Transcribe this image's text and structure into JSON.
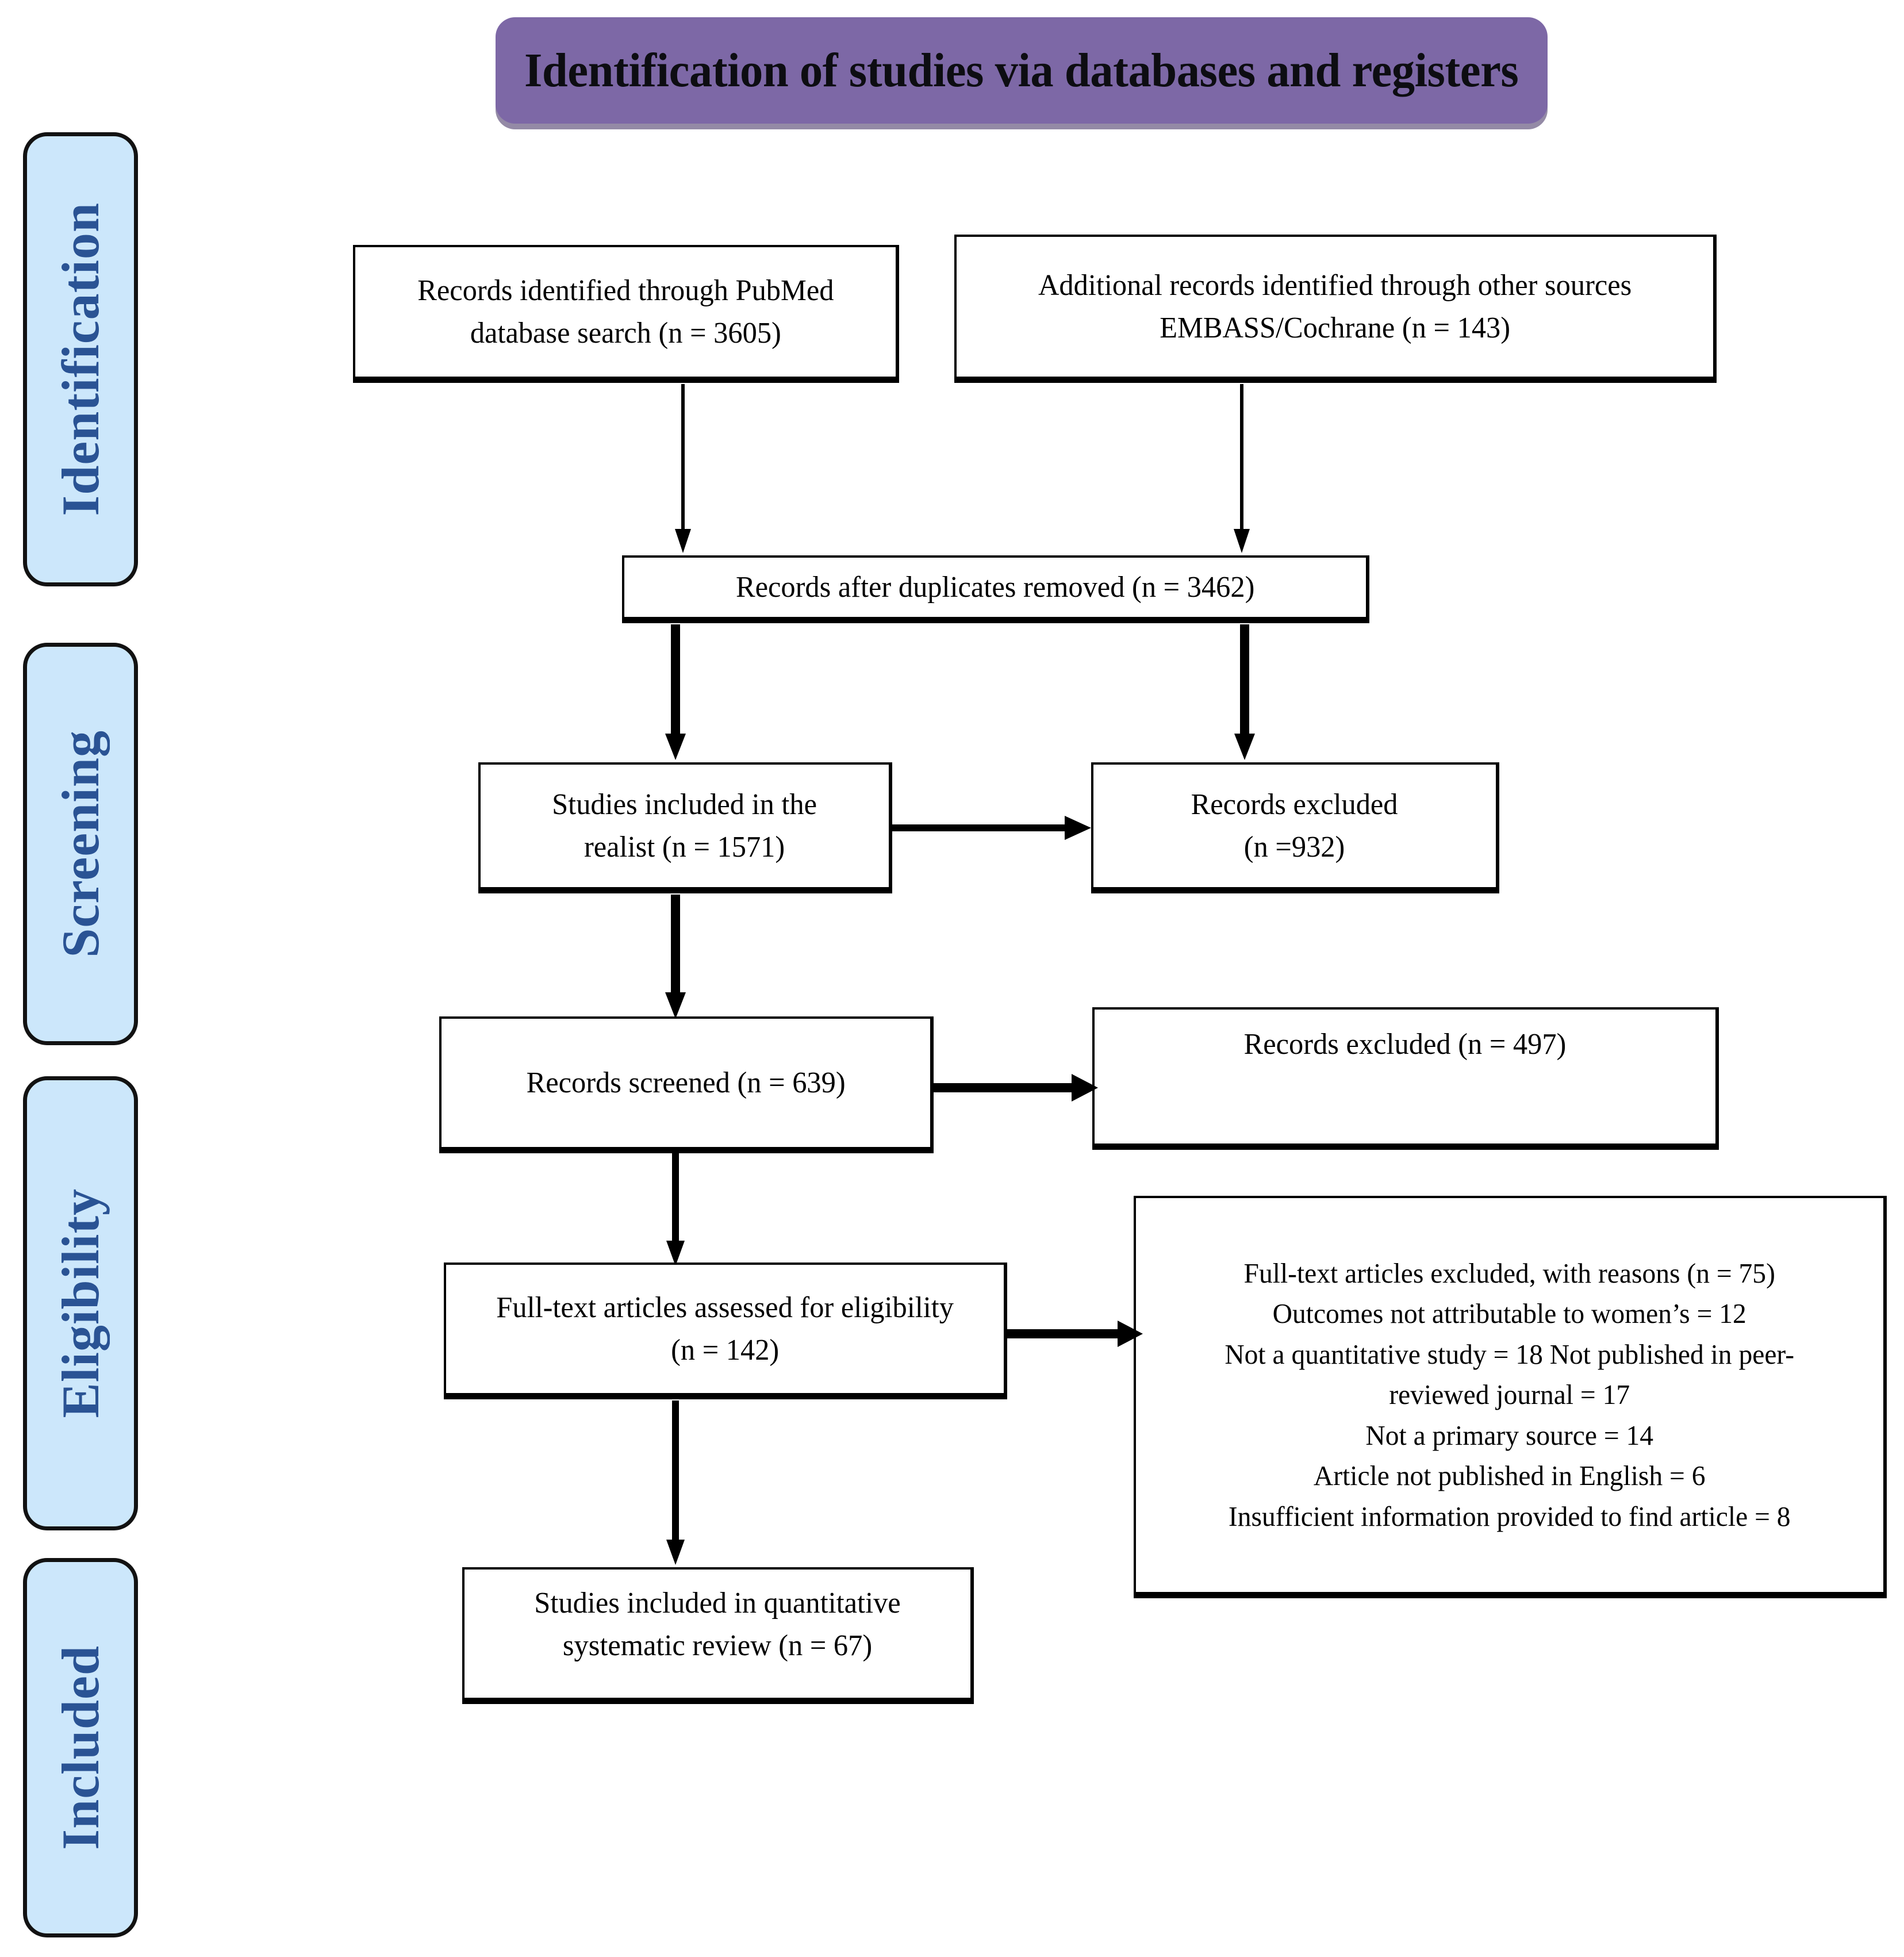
{
  "header": {
    "title": "Identification of studies via databases and registers",
    "banner_color": "#7d68a6"
  },
  "phases": [
    {
      "id": "identification",
      "label": "Identification"
    },
    {
      "id": "screening",
      "label": "Screening"
    },
    {
      "id": "eligibility",
      "label": "Eligibility"
    },
    {
      "id": "included",
      "label": "Included"
    }
  ],
  "phase_style": {
    "fill": "#cce7fb",
    "text_color": "#2a5394",
    "border_color": "#121212"
  },
  "boxes": {
    "pubmed": {
      "line1": "Records identified through PubMed",
      "line2": "database search (n = 3605)"
    },
    "other_sources": {
      "line1": "Additional records identified through other sources",
      "line2": "EMBASS/Cochrane (n = 143)"
    },
    "duplicates_removed": {
      "line1": "Records after duplicates removed (n = 3462)"
    },
    "realist_included": {
      "line1": "Studies included in the",
      "line2": "realist (n = 1571)"
    },
    "records_excluded_932": {
      "line1": "Records excluded",
      "line2": "(n =932)"
    },
    "records_screened": {
      "line1": "Records screened (n = 639)"
    },
    "records_excluded_497": {
      "line1": "Records excluded (n = 497)"
    },
    "fulltext_assessed": {
      "line1": "Full-text articles assessed for eligibility",
      "line2": "(n = 142)"
    },
    "fulltext_excluded": {
      "line1": "Full-text articles excluded, with reasons (n = 75)",
      "line2": "Outcomes not attributable to women’s = 12",
      "line3": "Not a quantitative study = 18 Not published in peer-",
      "line4": "reviewed journal = 17",
      "line5": "Not a primary source = 14",
      "line6": "Article not published in English = 6",
      "line7": "Insufficient information provided to find article = 8"
    },
    "final_included": {
      "line1": "Studies included in quantitative",
      "line2": "systematic review (n = 67)"
    }
  },
  "chart_data": {
    "type": "diagram",
    "title": "Identification of studies via databases and registers",
    "nodes": [
      {
        "id": "pubmed",
        "phase": "Identification",
        "label": "Records identified through PubMed database search",
        "n": 3605
      },
      {
        "id": "other_sources",
        "phase": "Identification",
        "label": "Additional records identified through other sources EMBASS/Cochrane",
        "n": 143
      },
      {
        "id": "duplicates_removed",
        "phase": "Identification",
        "label": "Records after duplicates removed",
        "n": 3462
      },
      {
        "id": "realist_included",
        "phase": "Screening",
        "label": "Studies included in the realist",
        "n": 1571
      },
      {
        "id": "records_excluded_932",
        "phase": "Screening",
        "label": "Records excluded",
        "n": 932
      },
      {
        "id": "records_screened",
        "phase": "Screening",
        "label": "Records screened",
        "n": 639
      },
      {
        "id": "records_excluded_497",
        "phase": "Screening",
        "label": "Records excluded",
        "n": 497
      },
      {
        "id": "fulltext_assessed",
        "phase": "Eligibility",
        "label": "Full-text articles assessed for eligibility",
        "n": 142
      },
      {
        "id": "fulltext_excluded",
        "phase": "Eligibility",
        "label": "Full-text articles excluded, with reasons",
        "n": 75
      },
      {
        "id": "final_included",
        "phase": "Included",
        "label": "Studies included in quantitative systematic review",
        "n": 67
      }
    ],
    "exclusion_reasons": [
      {
        "reason": "Outcomes not attributable to women’s",
        "n": 12
      },
      {
        "reason": "Not a quantitative study",
        "n": 18
      },
      {
        "reason": "Not published in peer-reviewed journal",
        "n": 17
      },
      {
        "reason": "Not a primary source",
        "n": 14
      },
      {
        "reason": "Article not published in English",
        "n": 6
      },
      {
        "reason": "Insufficient information provided to find article",
        "n": 8
      }
    ],
    "edges": [
      {
        "from": "pubmed",
        "to": "duplicates_removed"
      },
      {
        "from": "other_sources",
        "to": "duplicates_removed"
      },
      {
        "from": "duplicates_removed",
        "to": "realist_included"
      },
      {
        "from": "duplicates_removed",
        "to": "records_excluded_932"
      },
      {
        "from": "realist_included",
        "to": "records_excluded_932"
      },
      {
        "from": "realist_included",
        "to": "records_screened"
      },
      {
        "from": "records_screened",
        "to": "records_excluded_497"
      },
      {
        "from": "records_screened",
        "to": "fulltext_assessed"
      },
      {
        "from": "fulltext_assessed",
        "to": "fulltext_excluded"
      },
      {
        "from": "fulltext_assessed",
        "to": "final_included"
      }
    ]
  }
}
